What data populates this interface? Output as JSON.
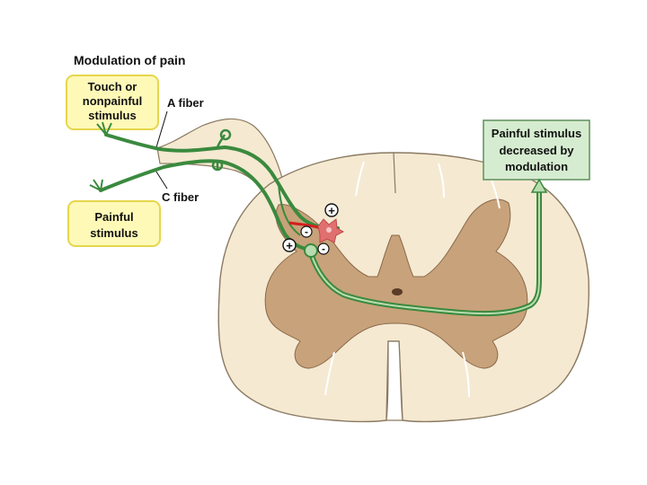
{
  "title": "Modulation of pain",
  "labels": {
    "touch_box": [
      "Touch or",
      "nonpainful",
      "stimulus"
    ],
    "painful_box": [
      "Painful",
      "stimulus"
    ],
    "a_fiber": "A fiber",
    "c_fiber": "C fiber",
    "result_box": [
      "Painful stimulus",
      "decreased by",
      "modulation"
    ]
  },
  "symbols": {
    "plus": "+",
    "minus": "-"
  },
  "colors": {
    "nerve_green": "#3a8a3e",
    "nerve_green_light": "#b8dcb0",
    "white_matter": "#f5e9d2",
    "gray_matter": "#c8a27a",
    "label_box_fill": "#fff9b8",
    "label_box_border": "#e6d64c",
    "result_box_fill": "#d6ecd0",
    "result_box_border": "#5f8f5a",
    "interneuron_red": "#e07070",
    "inhibitory_red": "#d21f1f"
  }
}
